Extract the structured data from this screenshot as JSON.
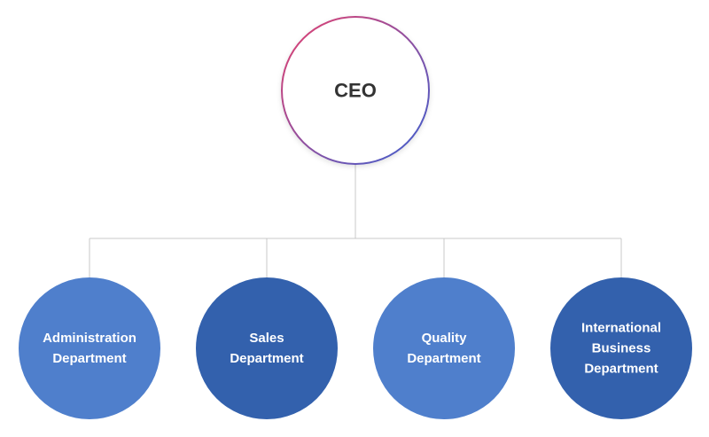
{
  "diagram": {
    "type": "org-chart",
    "root": {
      "label": "CEO"
    },
    "children": [
      {
        "lines": [
          "Administration",
          "Department"
        ]
      },
      {
        "lines": [
          "Sales",
          "Department"
        ]
      },
      {
        "lines": [
          "Quality",
          "Department"
        ]
      },
      {
        "lines": [
          "International",
          "Business",
          "Department"
        ]
      }
    ]
  },
  "colors": {
    "root_gradient_start": "#e63f6e",
    "root_gradient_end": "#3a5fd0",
    "root_fill": "#ffffff",
    "root_text": "#333333",
    "child_light": "#4f7fcc",
    "child_dark": "#3361ad",
    "child_text": "#ffffff",
    "connector": "#c8c8c8"
  }
}
